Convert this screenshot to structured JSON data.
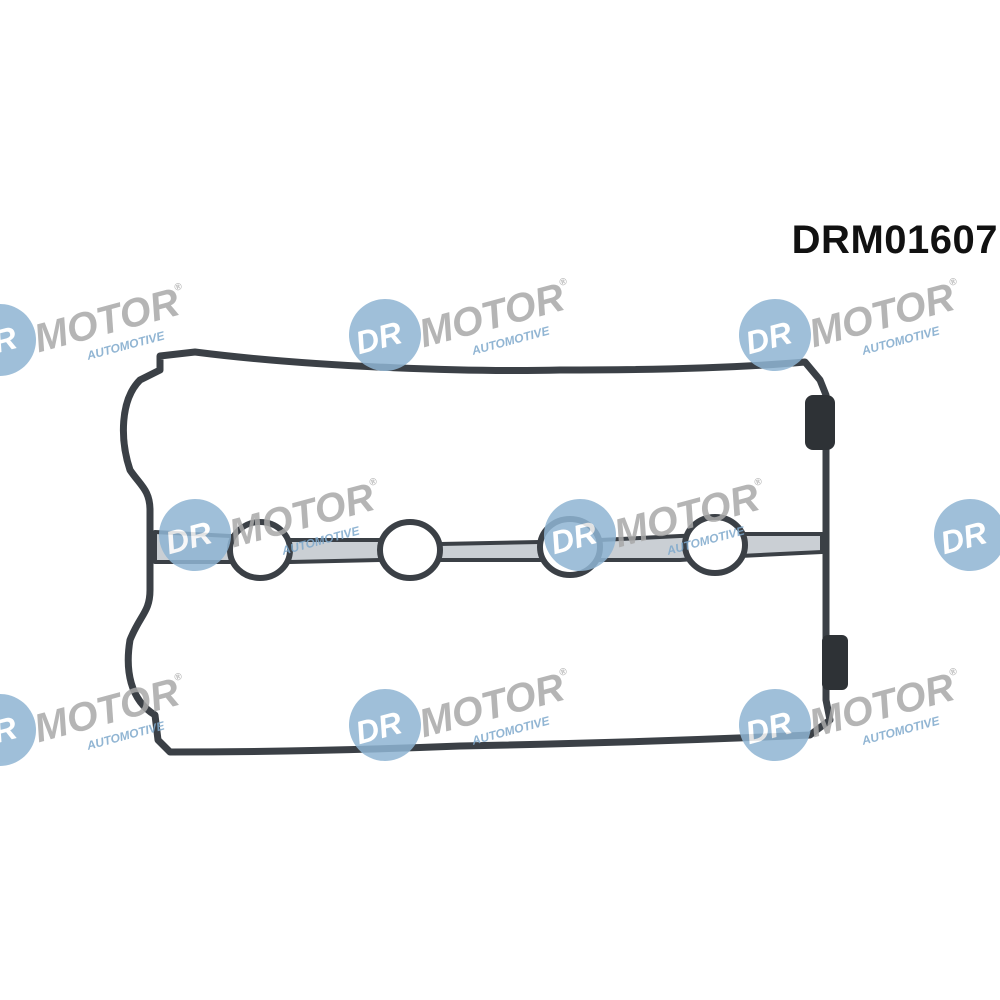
{
  "product": {
    "code": "DRM01607"
  },
  "watermark": {
    "prefix": "DR",
    "brand": "MOTOR",
    "tagline": "AUTOMOTIVE",
    "mark": "®"
  },
  "colors": {
    "logo_circle": "#8fb5d3",
    "logo_text": "#a9a9a9",
    "gasket": "#3b4046",
    "gasket_fill": "#7d8894"
  }
}
